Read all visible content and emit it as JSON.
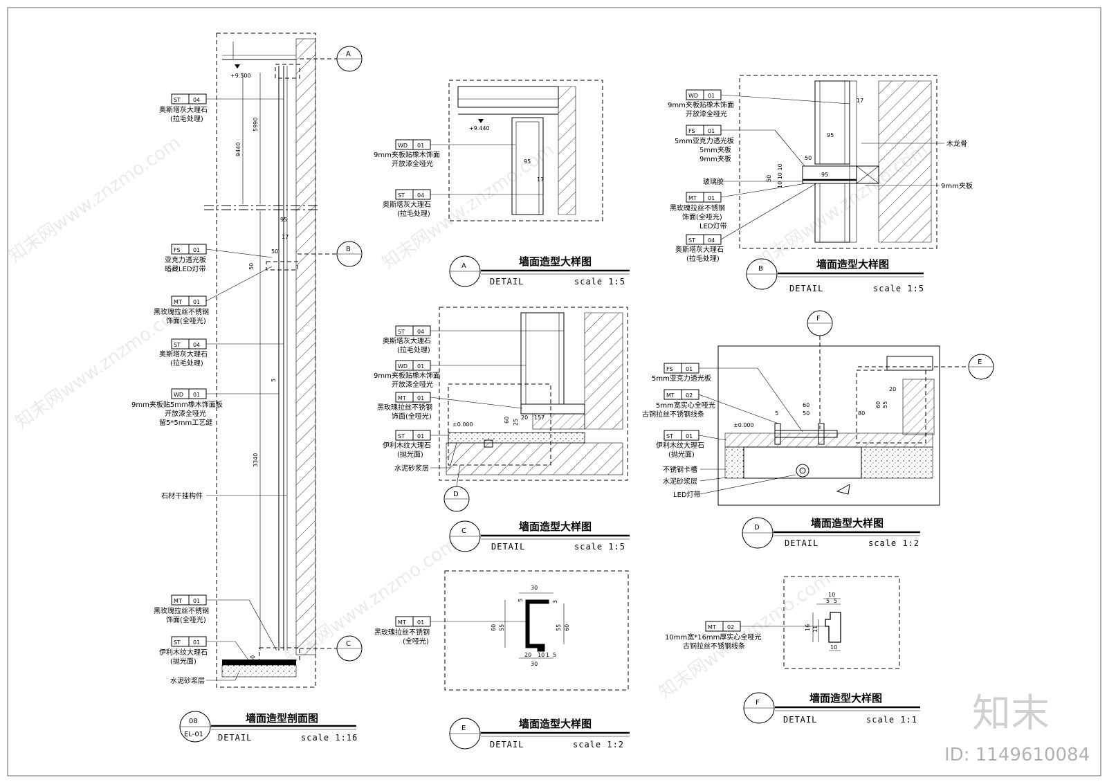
{
  "section": {
    "title": "墙面造型剖面图",
    "sheet_num": "08",
    "sheet_ref": "EL-01",
    "detail_word": "DETAIL",
    "scale": "scale 1:16",
    "level_top": "+9.500",
    "dims": {
      "d9440": "9440",
      "d5990": "5990",
      "d3340": "3340",
      "d95": "95",
      "d17": "17",
      "d50": "50",
      "d50b": "50",
      "d5": "5",
      "d60": "60"
    },
    "labels": [
      {
        "code": "ST",
        "num": "04",
        "lines": [
          "奥斯塔灰大理石",
          "(拉毛处理)"
        ]
      },
      {
        "code": "FS",
        "num": "01",
        "lines": [
          "亚克力透光板",
          "暗藏LED灯带"
        ]
      },
      {
        "code": "MT",
        "num": "01",
        "lines": [
          "黑玫瑰拉丝不锈钢",
          "饰面(全哑光)"
        ]
      },
      {
        "code": "ST",
        "num": "04",
        "lines": [
          "奥斯塔灰大理石",
          "(拉毛处理)"
        ]
      },
      {
        "code": "WD",
        "num": "01",
        "lines": [
          "9mm夹板贴5mm橡木饰面板",
          "开放漆全哑光",
          "留5*5mm工艺缝"
        ]
      },
      {
        "code": "",
        "num": "",
        "lines": [
          "石材干挂构件"
        ]
      },
      {
        "code": "MT",
        "num": "01",
        "lines": [
          "黑玫瑰拉丝不锈钢",
          "饰面(全哑光)"
        ]
      },
      {
        "code": "ST",
        "num": "01",
        "lines": [
          "伊利木纹大理石",
          "(抛光面)"
        ]
      },
      {
        "code": "",
        "num": "",
        "lines": [
          "水泥砂浆层"
        ]
      }
    ],
    "callouts": [
      "A",
      "B",
      "C"
    ]
  },
  "detailA": {
    "title": "墙面造型大样图",
    "letter": "A",
    "detail_word": "DETAIL",
    "scale": "scale 1:5",
    "level": "+9.440",
    "dims": {
      "d95": "95",
      "d17": "17"
    },
    "labels": [
      {
        "code": "WD",
        "num": "01",
        "lines": [
          "9mm夹板贴橡木饰面",
          "开放漆全哑光"
        ]
      },
      {
        "code": "ST",
        "num": "04",
        "lines": [
          "奥斯塔灰大理石",
          "(拉毛处理)"
        ]
      }
    ]
  },
  "detailB": {
    "title": "墙面造型大样图",
    "letter": "B",
    "detail_word": "DETAIL",
    "scale": "scale 1:5",
    "dims": {
      "d17": "17",
      "d95": "95",
      "d50": "50",
      "d95b": "95",
      "d50v": "50",
      "d10": "10 10 10"
    },
    "labels": [
      {
        "code": "WD",
        "num": "01",
        "lines": [
          "9mm夹板贴橡木饰面",
          "开放漆全哑光"
        ]
      },
      {
        "code": "FS",
        "num": "01",
        "lines": [
          "5mm亚克力透光板",
          "5mm夹板",
          "9mm夹板"
        ]
      },
      {
        "code": "",
        "num": "",
        "lines": [
          "玻璃胶"
        ]
      },
      {
        "code": "MT",
        "num": "01",
        "lines": [
          "黑玫瑰拉丝不锈钢",
          "饰面(全哑光)",
          "LED灯带"
        ]
      },
      {
        "code": "ST",
        "num": "04",
        "lines": [
          "奥斯塔灰大理石",
          "(拉毛处理)"
        ]
      }
    ],
    "right_labels": [
      "木龙骨",
      "9mm夹板"
    ]
  },
  "detailC": {
    "title": "墙面造型大样图",
    "letter": "C",
    "detail_word": "DETAIL",
    "scale": "scale 1:5",
    "level": "±0.000",
    "callout": "D",
    "dims": {
      "d60": "60",
      "d20": "20",
      "d25": "25",
      "d157": "157"
    },
    "labels": [
      {
        "code": "ST",
        "num": "04",
        "lines": [
          "奥斯塔灰大理石",
          "(拉毛处理)"
        ]
      },
      {
        "code": "WD",
        "num": "01",
        "lines": [
          "9mm夹板贴橡木饰面",
          "开放漆全哑光"
        ]
      },
      {
        "code": "MT",
        "num": "01",
        "lines": [
          "黑玫瑰拉丝不锈钢",
          "饰面(全哑光)"
        ]
      },
      {
        "code": "ST",
        "num": "01",
        "lines": [
          "伊利木纹大理石",
          "(抛光面)"
        ]
      },
      {
        "code": "",
        "num": "",
        "lines": [
          "水泥砂浆层"
        ]
      }
    ]
  },
  "detailD": {
    "title": "墙面造型大样图",
    "letter": "D",
    "detail_word": "DETAIL",
    "scale": "scale 1:2",
    "level": "±0.000",
    "callouts": [
      "F",
      "E"
    ],
    "dims": {
      "d60": "60",
      "d50": "50",
      "d80": "80",
      "d20": "20",
      "d60v": "60",
      "d55": "55",
      "d5": "5"
    },
    "labels": [
      {
        "code": "FS",
        "num": "01",
        "lines": [
          "5mm亚克力透光板"
        ]
      },
      {
        "code": "MT",
        "num": "02",
        "lines": [
          "5mm宽实心全哑光",
          "古铜拉丝不锈钢线条"
        ]
      },
      {
        "code": "ST",
        "num": "01",
        "lines": [
          "伊利木纹大理石",
          "(抛光面)"
        ]
      },
      {
        "code": "",
        "num": "",
        "lines": [
          "不锈钢卡槽"
        ]
      },
      {
        "code": "",
        "num": "",
        "lines": [
          "水泥砂浆层"
        ]
      },
      {
        "code": "",
        "num": "",
        "lines": [
          "LED灯带"
        ]
      }
    ]
  },
  "detailE": {
    "title": "墙面造型大样图",
    "letter": "E",
    "detail_word": "DETAIL",
    "scale": "scale 1:2",
    "dims": {
      "d30t": "30",
      "d5a": "5",
      "d3": "3",
      "d60l": "60",
      "d55l": "55",
      "d55r": "55",
      "d60r": "60",
      "d20": "20",
      "d10": "10",
      "d1": "1",
      "d30b": "30",
      "d5b": "5"
    },
    "labels": [
      {
        "code": "MT",
        "num": "01",
        "lines": [
          "黑玫瑰拉丝不锈钢",
          "(全哑光)"
        ]
      }
    ]
  },
  "detailF": {
    "title": "墙面造型大样图",
    "letter": "F",
    "detail_word": "DETAIL",
    "scale": "scale 1:1",
    "dims": {
      "d10": "10",
      "d5a": "5",
      "d5b": "5",
      "d16": "16",
      "d11": "11",
      "d10b": "10"
    },
    "labels": [
      {
        "code": "MT",
        "num": "02",
        "lines": [
          "10mm宽*16mm厚实心全哑光",
          "古铜拉丝不锈钢线条"
        ]
      }
    ]
  },
  "watermark": {
    "text": "知末网www.znzmo.com",
    "logo": "知末",
    "id": "ID: 1149610084"
  }
}
